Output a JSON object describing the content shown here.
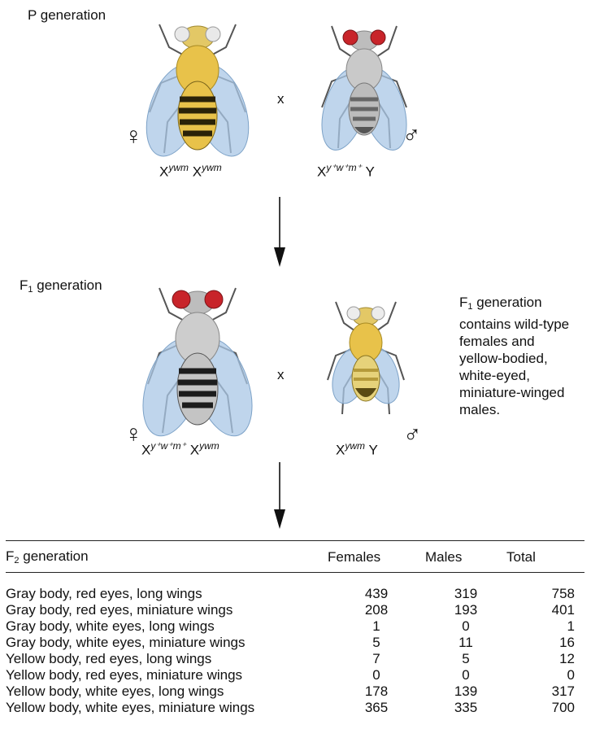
{
  "p_generation": {
    "title": "P generation",
    "cross_symbol": "x",
    "female_symbol": "♀",
    "male_symbol": "♂",
    "female_genotype": {
      "base1": "X",
      "sup1": "ywm",
      "base2": "X",
      "sup2": "ywm"
    },
    "male_genotype": {
      "base1": "X",
      "sup1": "y⁺w⁺m⁺",
      "base2": "Y"
    }
  },
  "f1_generation": {
    "title_main": "F",
    "title_sub": "1",
    "title_rest": " generation",
    "cross_symbol": "x",
    "female_symbol": "♀",
    "male_symbol": "♂",
    "female_genotype": {
      "base1": "X",
      "sup1": "y⁺w⁺m⁺",
      "base2": "X",
      "sup2": "ywm"
    },
    "male_genotype": {
      "base1": "X",
      "sup1": "ywm",
      "base2": "Y"
    },
    "note": {
      "lines": [
        "generation",
        "contains wild-type",
        "females and",
        "yellow-bodied,",
        "white-eyed,",
        "miniature-winged",
        "males."
      ],
      "prefix_main": "F",
      "prefix_sub": "1"
    }
  },
  "colors": {
    "yellow_body": "#e8c24a",
    "gray_body": "#c9c9c9",
    "wing": "#a9c7e6",
    "red_eye": "#c8242a",
    "white_eye": "#e9e9e9"
  },
  "icons": [
    "female-sign",
    "male-sign",
    "down-arrow",
    "fruit-fly"
  ],
  "table": {
    "header": {
      "label_main": "F",
      "label_sub": "2",
      "label_rest": " generation",
      "females": "Females",
      "males": "Males",
      "total": "Total"
    },
    "rows": [
      {
        "phenotype": "Gray body, red eyes, long wings",
        "females": "439",
        "males": "319",
        "total": "758"
      },
      {
        "phenotype": "Gray body, red eyes, miniature wings",
        "females": "208",
        "males": "193",
        "total": "401"
      },
      {
        "phenotype": "Gray body, white eyes, long wings",
        "females": "1",
        "males": "0",
        "total": "1"
      },
      {
        "phenotype": "Gray body, white eyes, miniature wings",
        "females": "5",
        "males": "11",
        "total": "16"
      },
      {
        "phenotype": "Yellow body, red eyes, long wings",
        "females": "7",
        "males": "5",
        "total": "12"
      },
      {
        "phenotype": "Yellow body, red eyes, miniature wings",
        "females": "0",
        "males": "0",
        "total": "0"
      },
      {
        "phenotype": "Yellow body, white eyes, long wings",
        "females": "178",
        "males": "139",
        "total": "317"
      },
      {
        "phenotype": "Yellow body, white eyes, miniature wings",
        "females": "365",
        "males": "335",
        "total": "700"
      }
    ]
  }
}
